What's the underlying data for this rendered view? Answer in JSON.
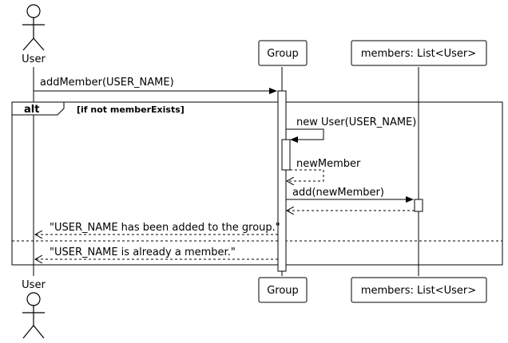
{
  "participants": {
    "user": {
      "top_label": "User",
      "bottom_label": "User",
      "icon": "actor-stick-figure-icon"
    },
    "group": {
      "top_label": "Group",
      "bottom_label": "Group"
    },
    "members": {
      "top_label": "members: List<User>",
      "bottom_label": "members: List<User>"
    }
  },
  "messages": {
    "add_member": "addMember(USER_NAME)",
    "new_user": "new User(USER_NAME)",
    "new_member_return": "newMember",
    "add_new_member": "add(newMember)",
    "added_reply": "\"USER_NAME has been added to the group.\"",
    "already_member_reply": "\"USER_NAME is already a member.\""
  },
  "fragment": {
    "operator": "alt",
    "guard": "[if not memberExists]"
  },
  "colors": {
    "line": "#000000",
    "background": "#ffffff"
  }
}
